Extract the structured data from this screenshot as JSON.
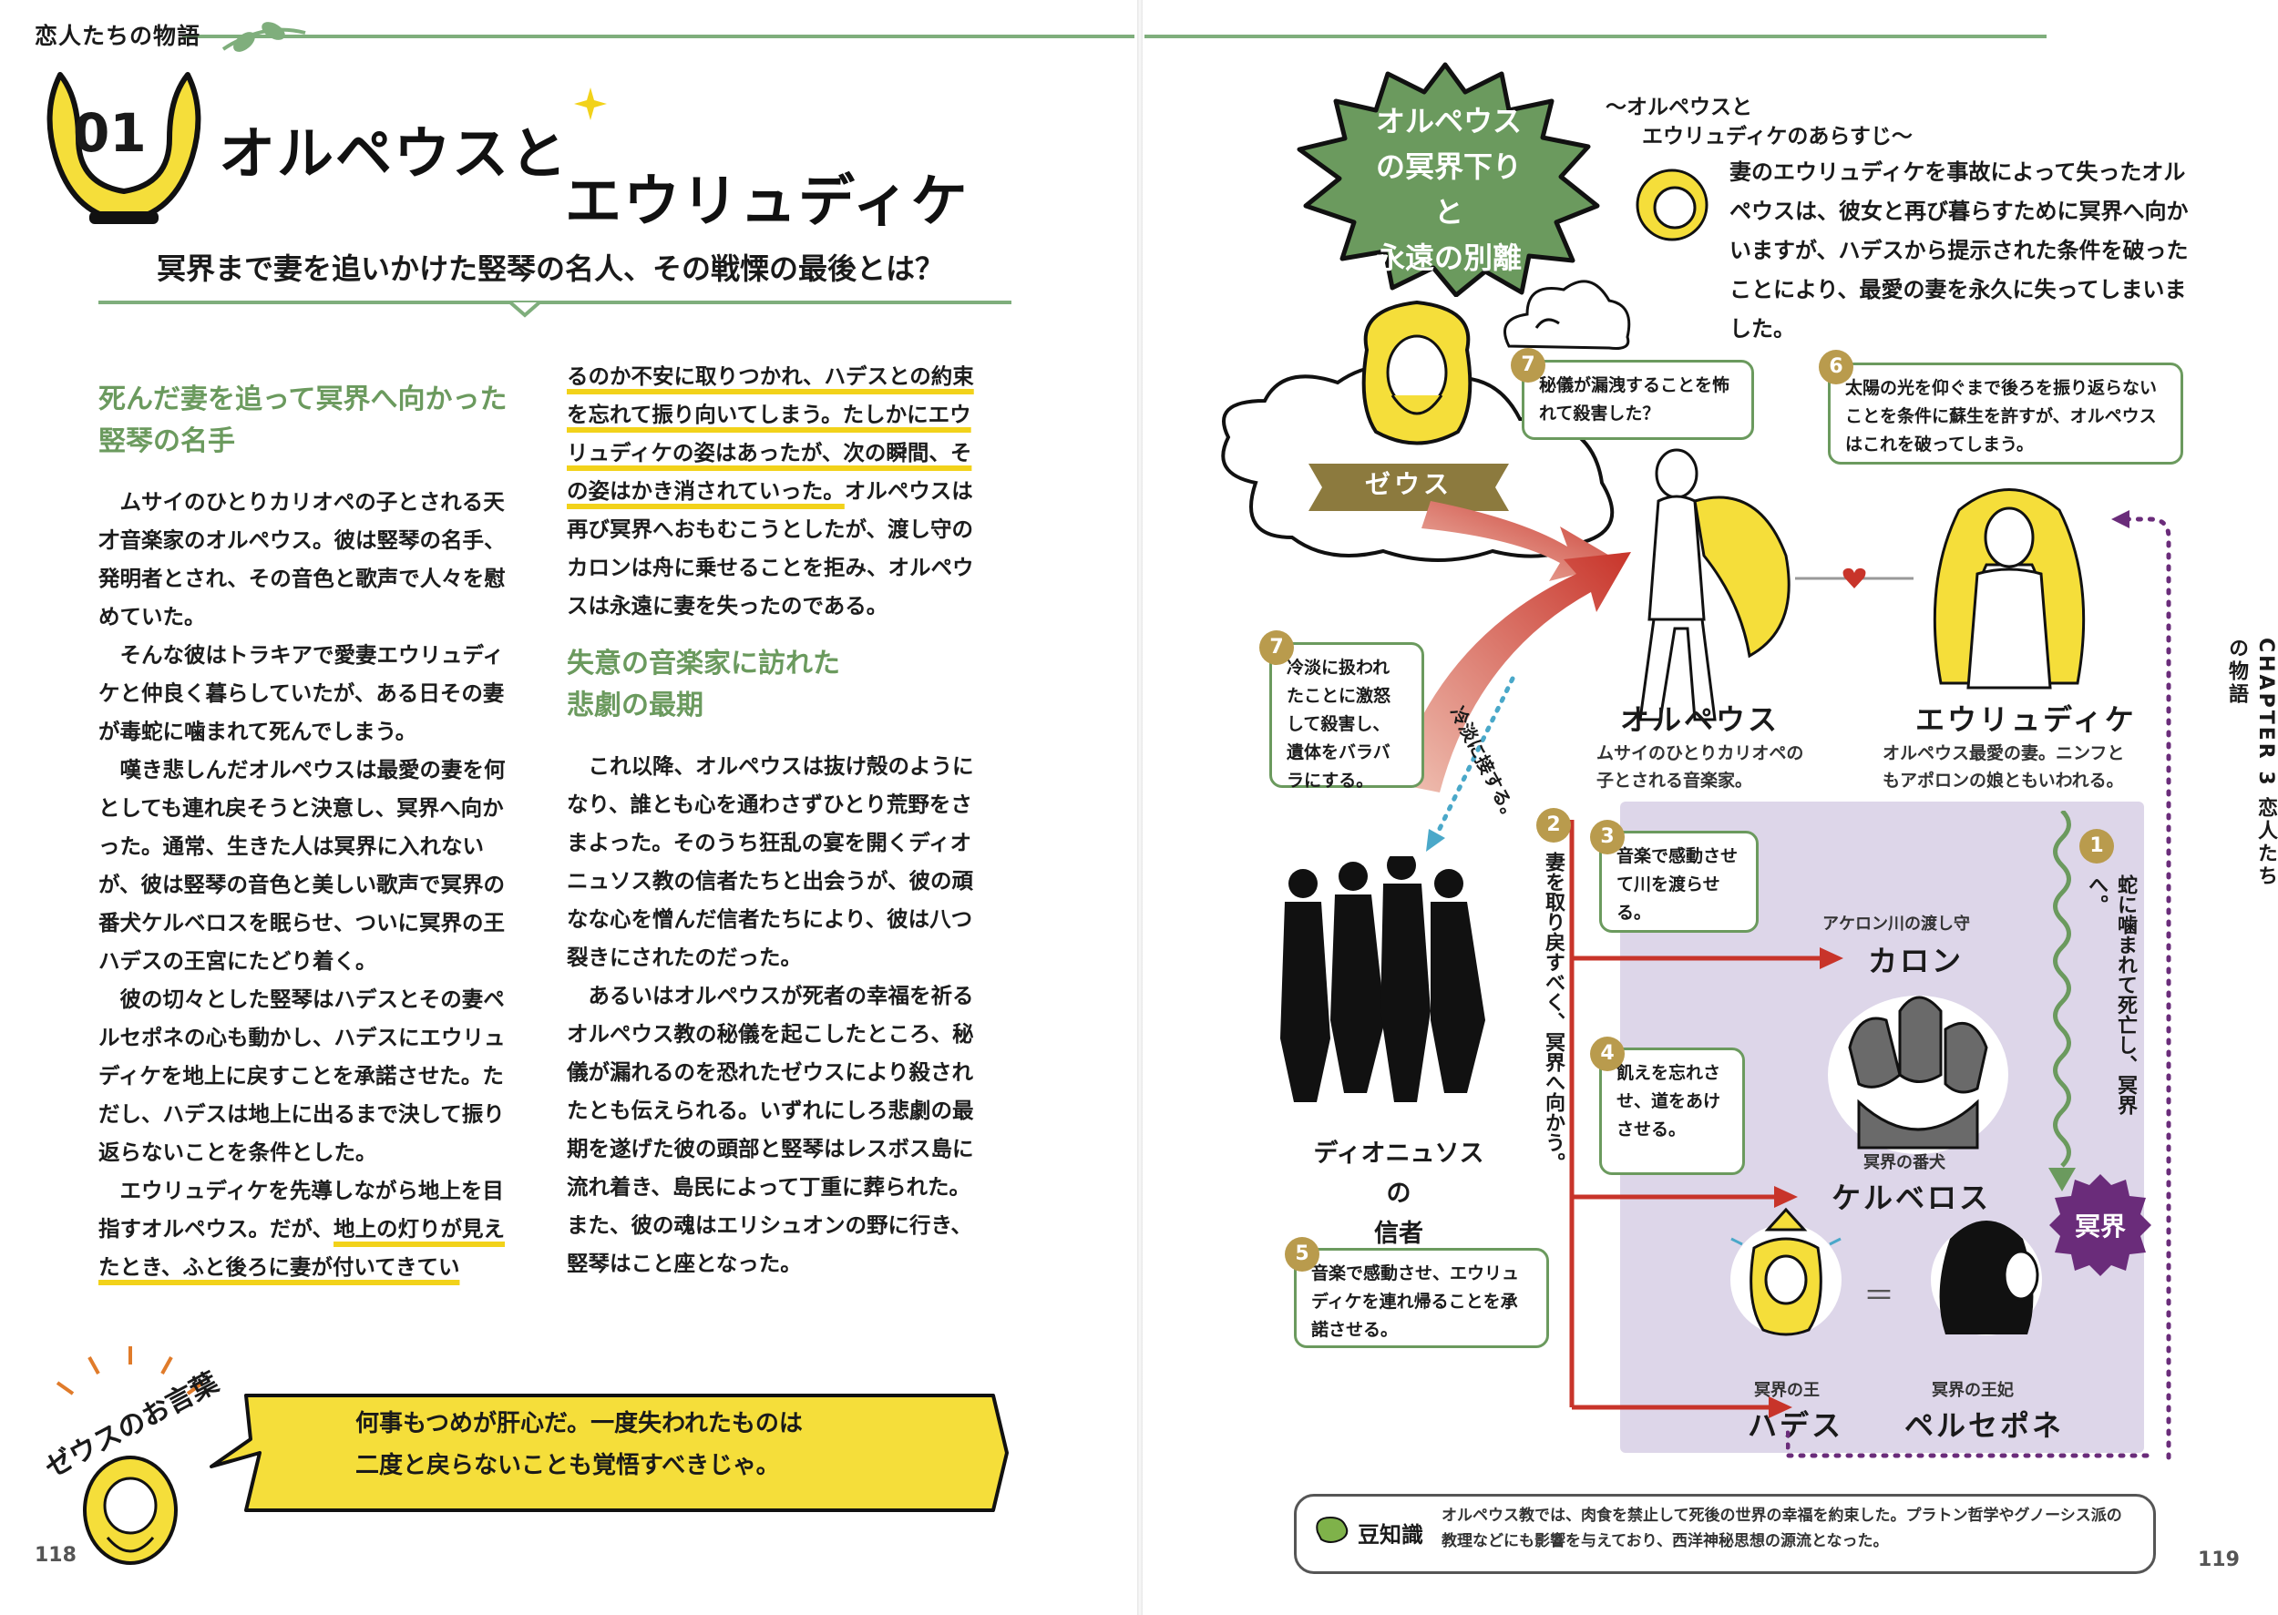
{
  "series_label": "恋人たちの物語",
  "chapter_number": "01",
  "title": {
    "line1": "オルペウスと",
    "line2": "エウリュディケ"
  },
  "subtitle": "冥界まで妻を追いかけた竪琴の名人、その戦慄の最後とは？",
  "article": {
    "heading1": [
      "死んだ妻を追って冥界へ向かった",
      "竪琴の名手"
    ],
    "col1_paragraphs": [
      "ムサイのひとりカリオペの子とされる天才音楽家のオルペウス。彼は竪琴の名手、発明者とされ、その音色と歌声で人々を慰めていた。",
      "そんな彼はトラキアで愛妻エウリュディケと仲良く暮らしていたが、ある日その妻が毒蛇に噛まれて死んでしまう。",
      "嘆き悲しんだオルペウスは最愛の妻を何としても連れ戻そうと決意し、冥界へ向かった。通常、生きた人は冥界に入れないが、彼は竪琴の音色と美しい歌声で冥界の番犬ケルベロスを眠らせ、ついに冥界の王ハデスの王宮にたどり着く。",
      "彼の切々とした竪琴はハデスとその妻ペルセポネの心も動かし、ハデスにエウリュディケを地上に戻すことを承諾させた。ただし、ハデスは地上に出るまで決して振り返らないことを条件とした。",
      "エウリュディケを先導しながら地上を目指すオルペウス。だが、"
    ],
    "col1_underlined": "地上の灯りが見えたとき、ふと後ろに妻が付いてきてい",
    "col2_underlined": "るのか不安に取りつかれ、ハデスとの約束を忘れて振り向いてしまう。たしかにエウリュディケの姿はあったが、次の瞬間、その姿はかき消されていった。",
    "col2_after_underline": "オルペウスは再び冥界へおもむこうとしたが、渡し守のカロンは舟に乗せることを拒み、オルペウスは永遠に妻を失ったのである。",
    "heading2": [
      "失意の音楽家に訪れた",
      "悲劇の最期"
    ],
    "col2_paragraphs": [
      "これ以降、オルペウスは抜け殻のようになり、誰とも心を通わさずひとり荒野をさまよった。そのうち狂乱の宴を開くディオニュソス教の信者たちと出会うが、彼の頑なな心を憎んだ信者たちにより、彼は八つ裂きにされたのだった。",
      "あるいはオルペウスが死者の幸福を祈るオルペウス教の秘儀を起こしたところ、秘儀が漏れるのを恐れたゼウスにより殺されたとも伝えられる。いずれにしろ悲劇の最期を遂げた彼の頭部と竪琴はレスボス島に流れ着き、島民によって丁重に葬られた。また、彼の魂はエリシュオンの野に行き、竪琴はこと座となった。"
    ]
  },
  "zeus_word": {
    "label": "ゼウスのお言葉",
    "lines": [
      "何事もつめが肝心だ。一度失われたものは",
      "二度と戻らないことも覚悟すべきじゃ。"
    ]
  },
  "page_left": "118",
  "page_right": "119",
  "diagram": {
    "badge": [
      "オルペウス",
      "の冥界下りと",
      "永遠の別離"
    ],
    "synopsis_label": [
      "～オルペウスと",
      "エウリュディケのあらすじ～"
    ],
    "synopsis": "妻のエウリュディケを事故によって失ったオルペウスは、彼女と再び暮らすために冥界へ向かいますが、ハデスから提示された条件を破ったことにより、最愛の妻を永久に失ってしまいました。",
    "zeus": "ゼウス",
    "bubble7a": {
      "num": "7",
      "text": "秘儀が漏洩することを怖れて殺害した？"
    },
    "bubble6": {
      "num": "6",
      "text": "太陽の光を仰ぐまで後ろを振り返らないことを条件に蘇生を許すが、オルペウスはこれを破ってしまう。"
    },
    "bubble7b": {
      "num": "7",
      "text": "冷淡に扱われたことに激怒して殺害し、遺体をバラバラにする。"
    },
    "cold_label": "冷淡に接する。",
    "orpheus": {
      "name": "オルペウス",
      "desc": "ムサイのひとりカリオペの子とされる音楽家。"
    },
    "eurydice": {
      "name": "エウリュディケ",
      "desc": "オルペウス最愛の妻。ニンフともアポロンの娘ともいわれる。"
    },
    "maenads": [
      "ディオニュソスの",
      "信者"
    ],
    "step2": {
      "num": "2",
      "text": "妻を取り戻すべく、冥界へ向かう。"
    },
    "step1": {
      "num": "1",
      "text": "蛇に噛まれて死亡し、冥界へ。"
    },
    "bubble3": {
      "num": "3",
      "text": "音楽で感動させて川を渡らせる。"
    },
    "bubble4": {
      "num": "4",
      "text": "飢えを忘れさせ、道をあけさせる。"
    },
    "bubble5": {
      "num": "5",
      "text": "音楽で感動させ、エウリュディケを連れ帰ることを承諾させる。"
    },
    "charon": {
      "sub": "アケロン川の渡し守",
      "name": "カロン"
    },
    "cerberus": {
      "sub": "冥界の番犬",
      "name": "ケルベロス"
    },
    "hades": {
      "sub": "冥界の王",
      "name": "ハデス"
    },
    "persephone": {
      "sub": "冥界の王妃",
      "name": "ペルセポネ"
    },
    "underworld": "冥界",
    "equals": "＝",
    "chapter_side": "CHAPTER 3 恋人たちの物語"
  },
  "trivia": {
    "label": "豆知識",
    "text": "オルペウス教では、肉食を禁止して死後の世界の幸福を約束した。プラトン哲学やグノーシス派の教理などにも影響を与えており、西洋神秘思想の源流となった。"
  },
  "colors": {
    "green": "#6b9a5e",
    "yellow": "#f2d21a",
    "purple": "#6a2c7a",
    "lavender": "#ddd6e9",
    "red": "#c8342a",
    "gold": "#b99b4d"
  }
}
